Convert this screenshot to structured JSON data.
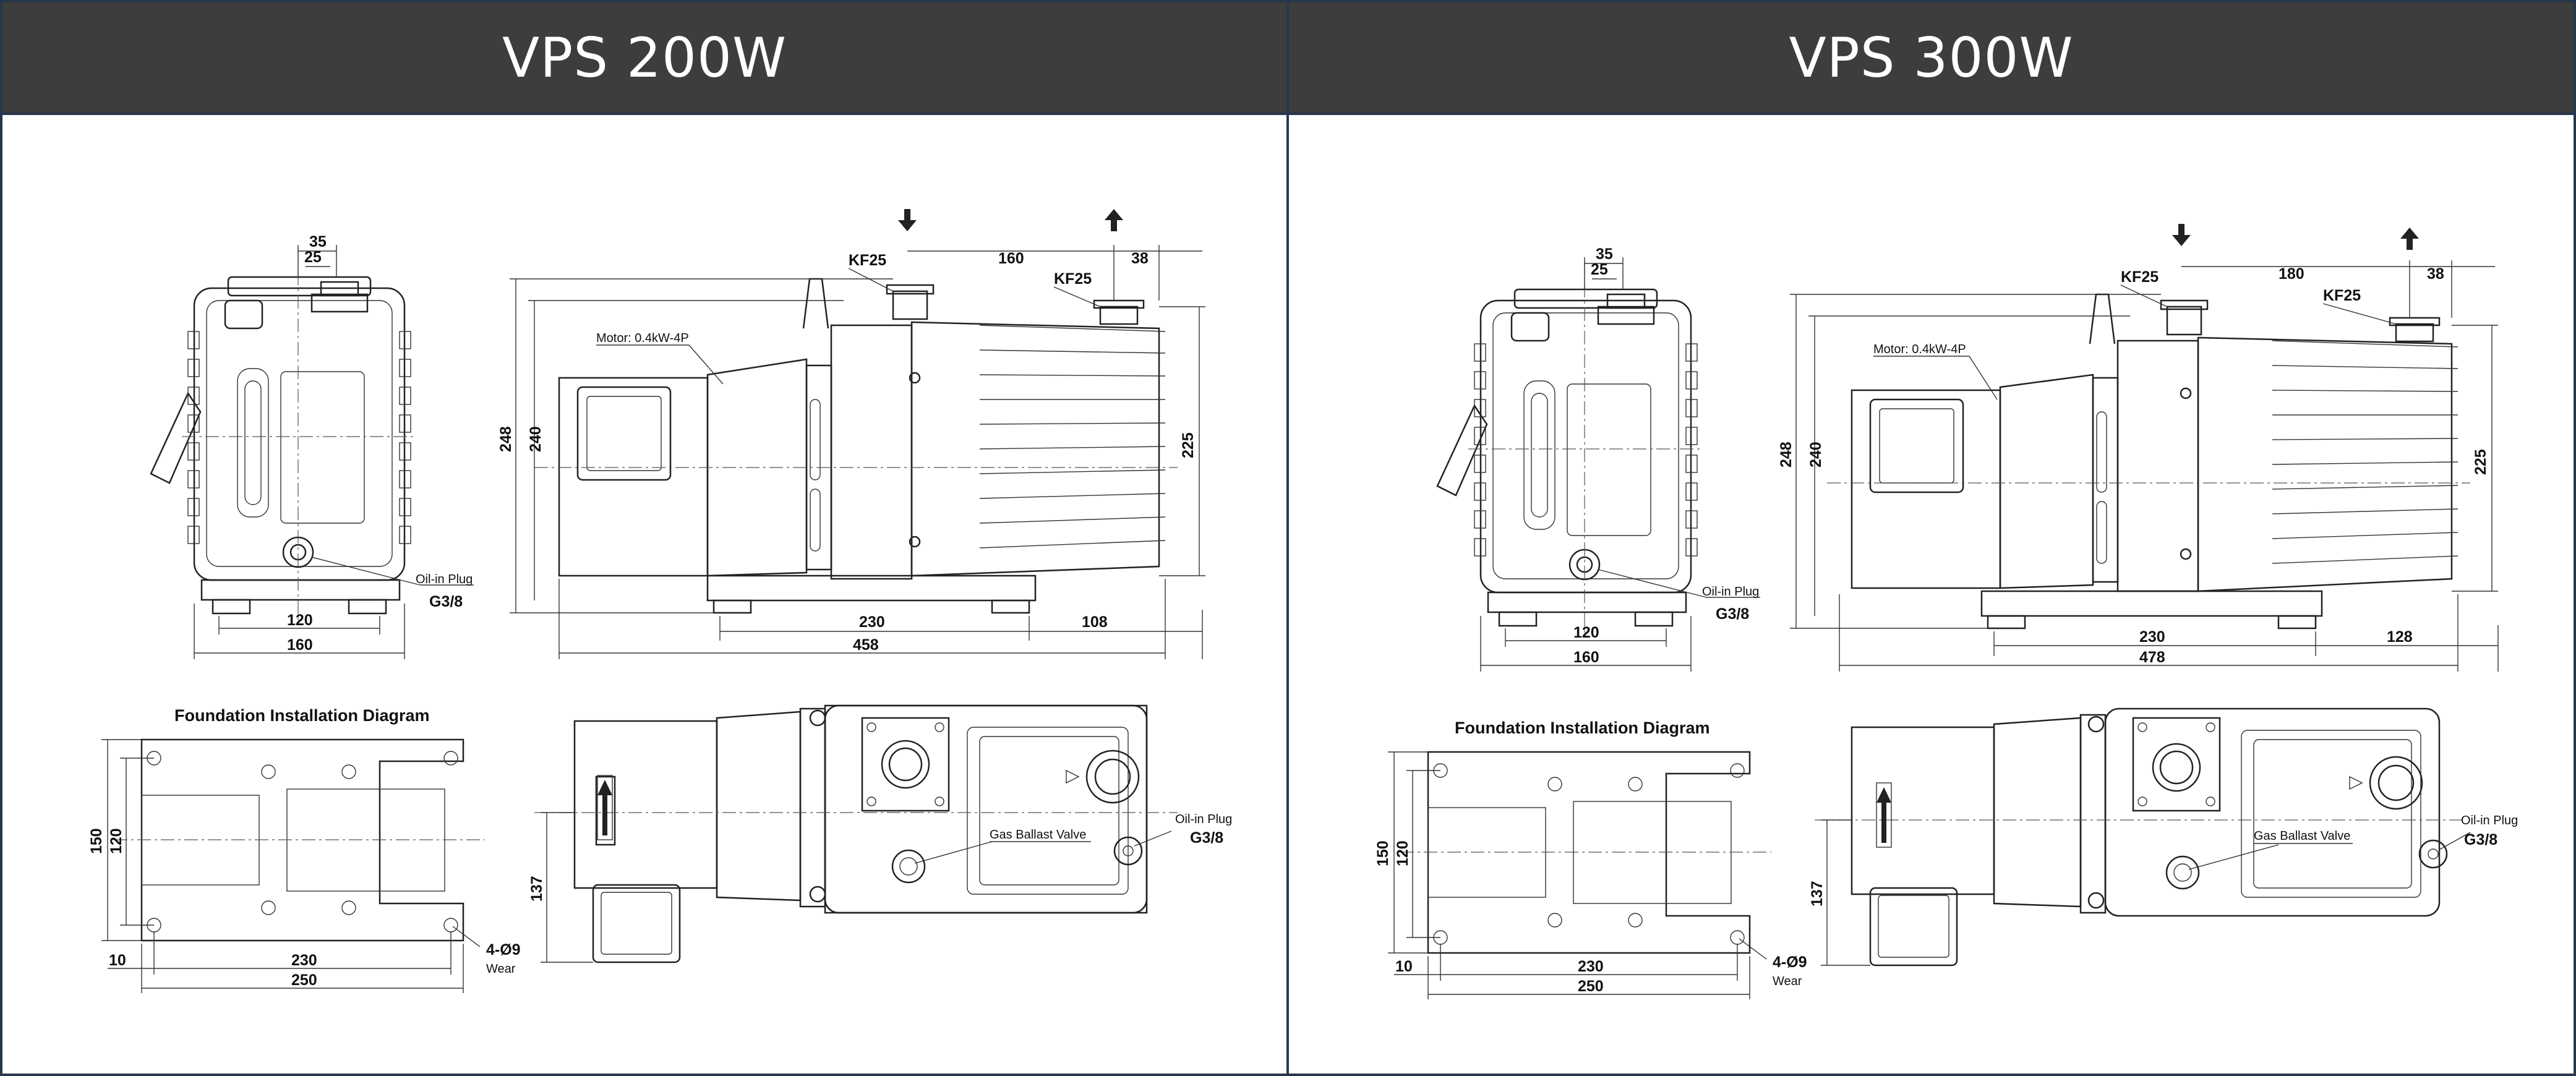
{
  "models": [
    {
      "title": "VPS 200W",
      "front": {
        "top_w1": "35",
        "top_w2": "25",
        "base_w1": "120",
        "base_w2": "160",
        "plug_label": "Oil-in Plug",
        "plug_size": "G3/8"
      },
      "side": {
        "inlet": "KF25",
        "outlet": "KF25",
        "port_dist": "160",
        "port_off": "38",
        "h1": "248",
        "h2": "240",
        "h3": "225",
        "motor": "Motor: 0.4kW-4P",
        "base_len": "230",
        "rear_len": "108",
        "total_len": "458"
      },
      "foundation": {
        "title": "Foundation Installation Diagram",
        "h_outer": "150",
        "h_inner": "120",
        "edge": "10",
        "w_inner": "230",
        "w_outer": "250",
        "holes": "4-Ø9",
        "wear": "Wear"
      },
      "top": {
        "h": "137",
        "gas_valve": "Gas Ballast Valve",
        "plug_label": "Oil-in Plug",
        "plug_size": "G3/8"
      }
    },
    {
      "title": "VPS 300W",
      "front": {
        "top_w1": "35",
        "top_w2": "25",
        "base_w1": "120",
        "base_w2": "160",
        "plug_label": "Oil-in Plug",
        "plug_size": "G3/8"
      },
      "side": {
        "inlet": "KF25",
        "outlet": "KF25",
        "port_dist": "180",
        "port_off": "38",
        "h1": "248",
        "h2": "240",
        "h3": "225",
        "motor": "Motor: 0.4kW-4P",
        "base_len": "230",
        "rear_len": "128",
        "total_len": "478"
      },
      "foundation": {
        "title": "Foundation Installation Diagram",
        "h_outer": "150",
        "h_inner": "120",
        "edge": "10",
        "w_inner": "230",
        "w_outer": "250",
        "holes": "4-Ø9",
        "wear": "Wear"
      },
      "top": {
        "h": "137",
        "gas_valve": "Gas Ballast Valve",
        "plug_label": "Oil-in Plug",
        "plug_size": "G3/8"
      }
    }
  ],
  "colors": {
    "header_bg": "#3d3d3d",
    "header_text": "#ffffff",
    "border": "#27364a",
    "line": "#222222"
  }
}
